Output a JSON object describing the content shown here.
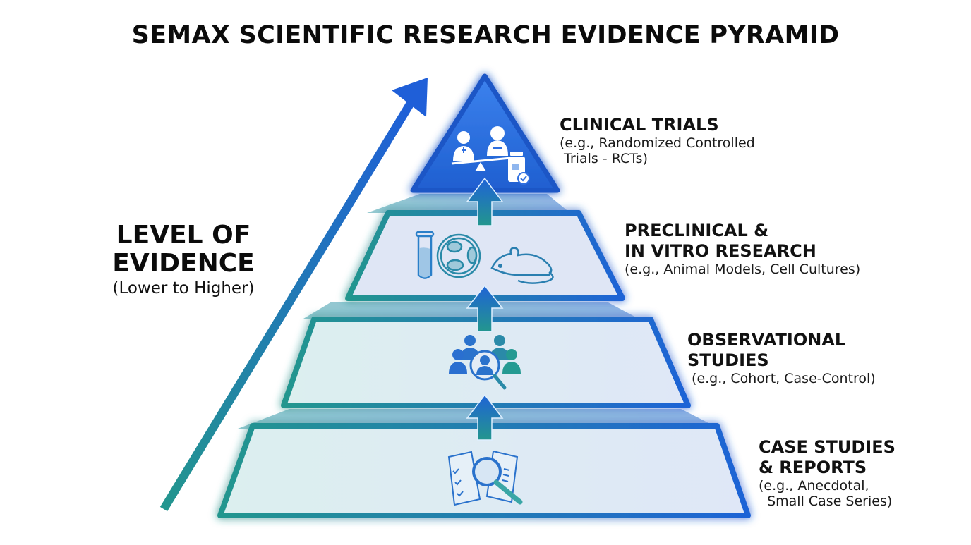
{
  "title": "SEMAX SCIENTIFIC RESEARCH EVIDENCE PYRAMID",
  "axis": {
    "label_line1": "LEVEL OF",
    "label_line2": "EVIDENCE",
    "sublabel": "(Lower to Higher)",
    "arrow_direction": "up-right"
  },
  "colors": {
    "blue": "#1f63d6",
    "teal": "#23968e",
    "tier_fill": "#e4eef6",
    "apex_fill": "#2f6fe0"
  },
  "tiers": [
    {
      "rank": 4,
      "heading": "CLINICAL TRIALS",
      "detail": "(e.g., Randomized Controlled\n Trials - RCTs)",
      "icon": "clinical-trial-balance-icon"
    },
    {
      "rank": 3,
      "heading": "PRECLINICAL &\nIN VITRO RESEARCH",
      "detail": "(e.g., Animal Models, Cell Cultures)",
      "icon": "lab-test-tube-petri-mouse-icon"
    },
    {
      "rank": 2,
      "heading": "OBSERVATIONAL\nSTUDIES",
      "detail": " (e.g., Cohort, Case-Control)",
      "icon": "people-magnifier-icon"
    },
    {
      "rank": 1,
      "heading": "CASE STUDIES\n& REPORTS",
      "detail": "(e.g., Anecdotal,\n  Small Case Series)",
      "icon": "documents-magnifier-icon"
    }
  ]
}
